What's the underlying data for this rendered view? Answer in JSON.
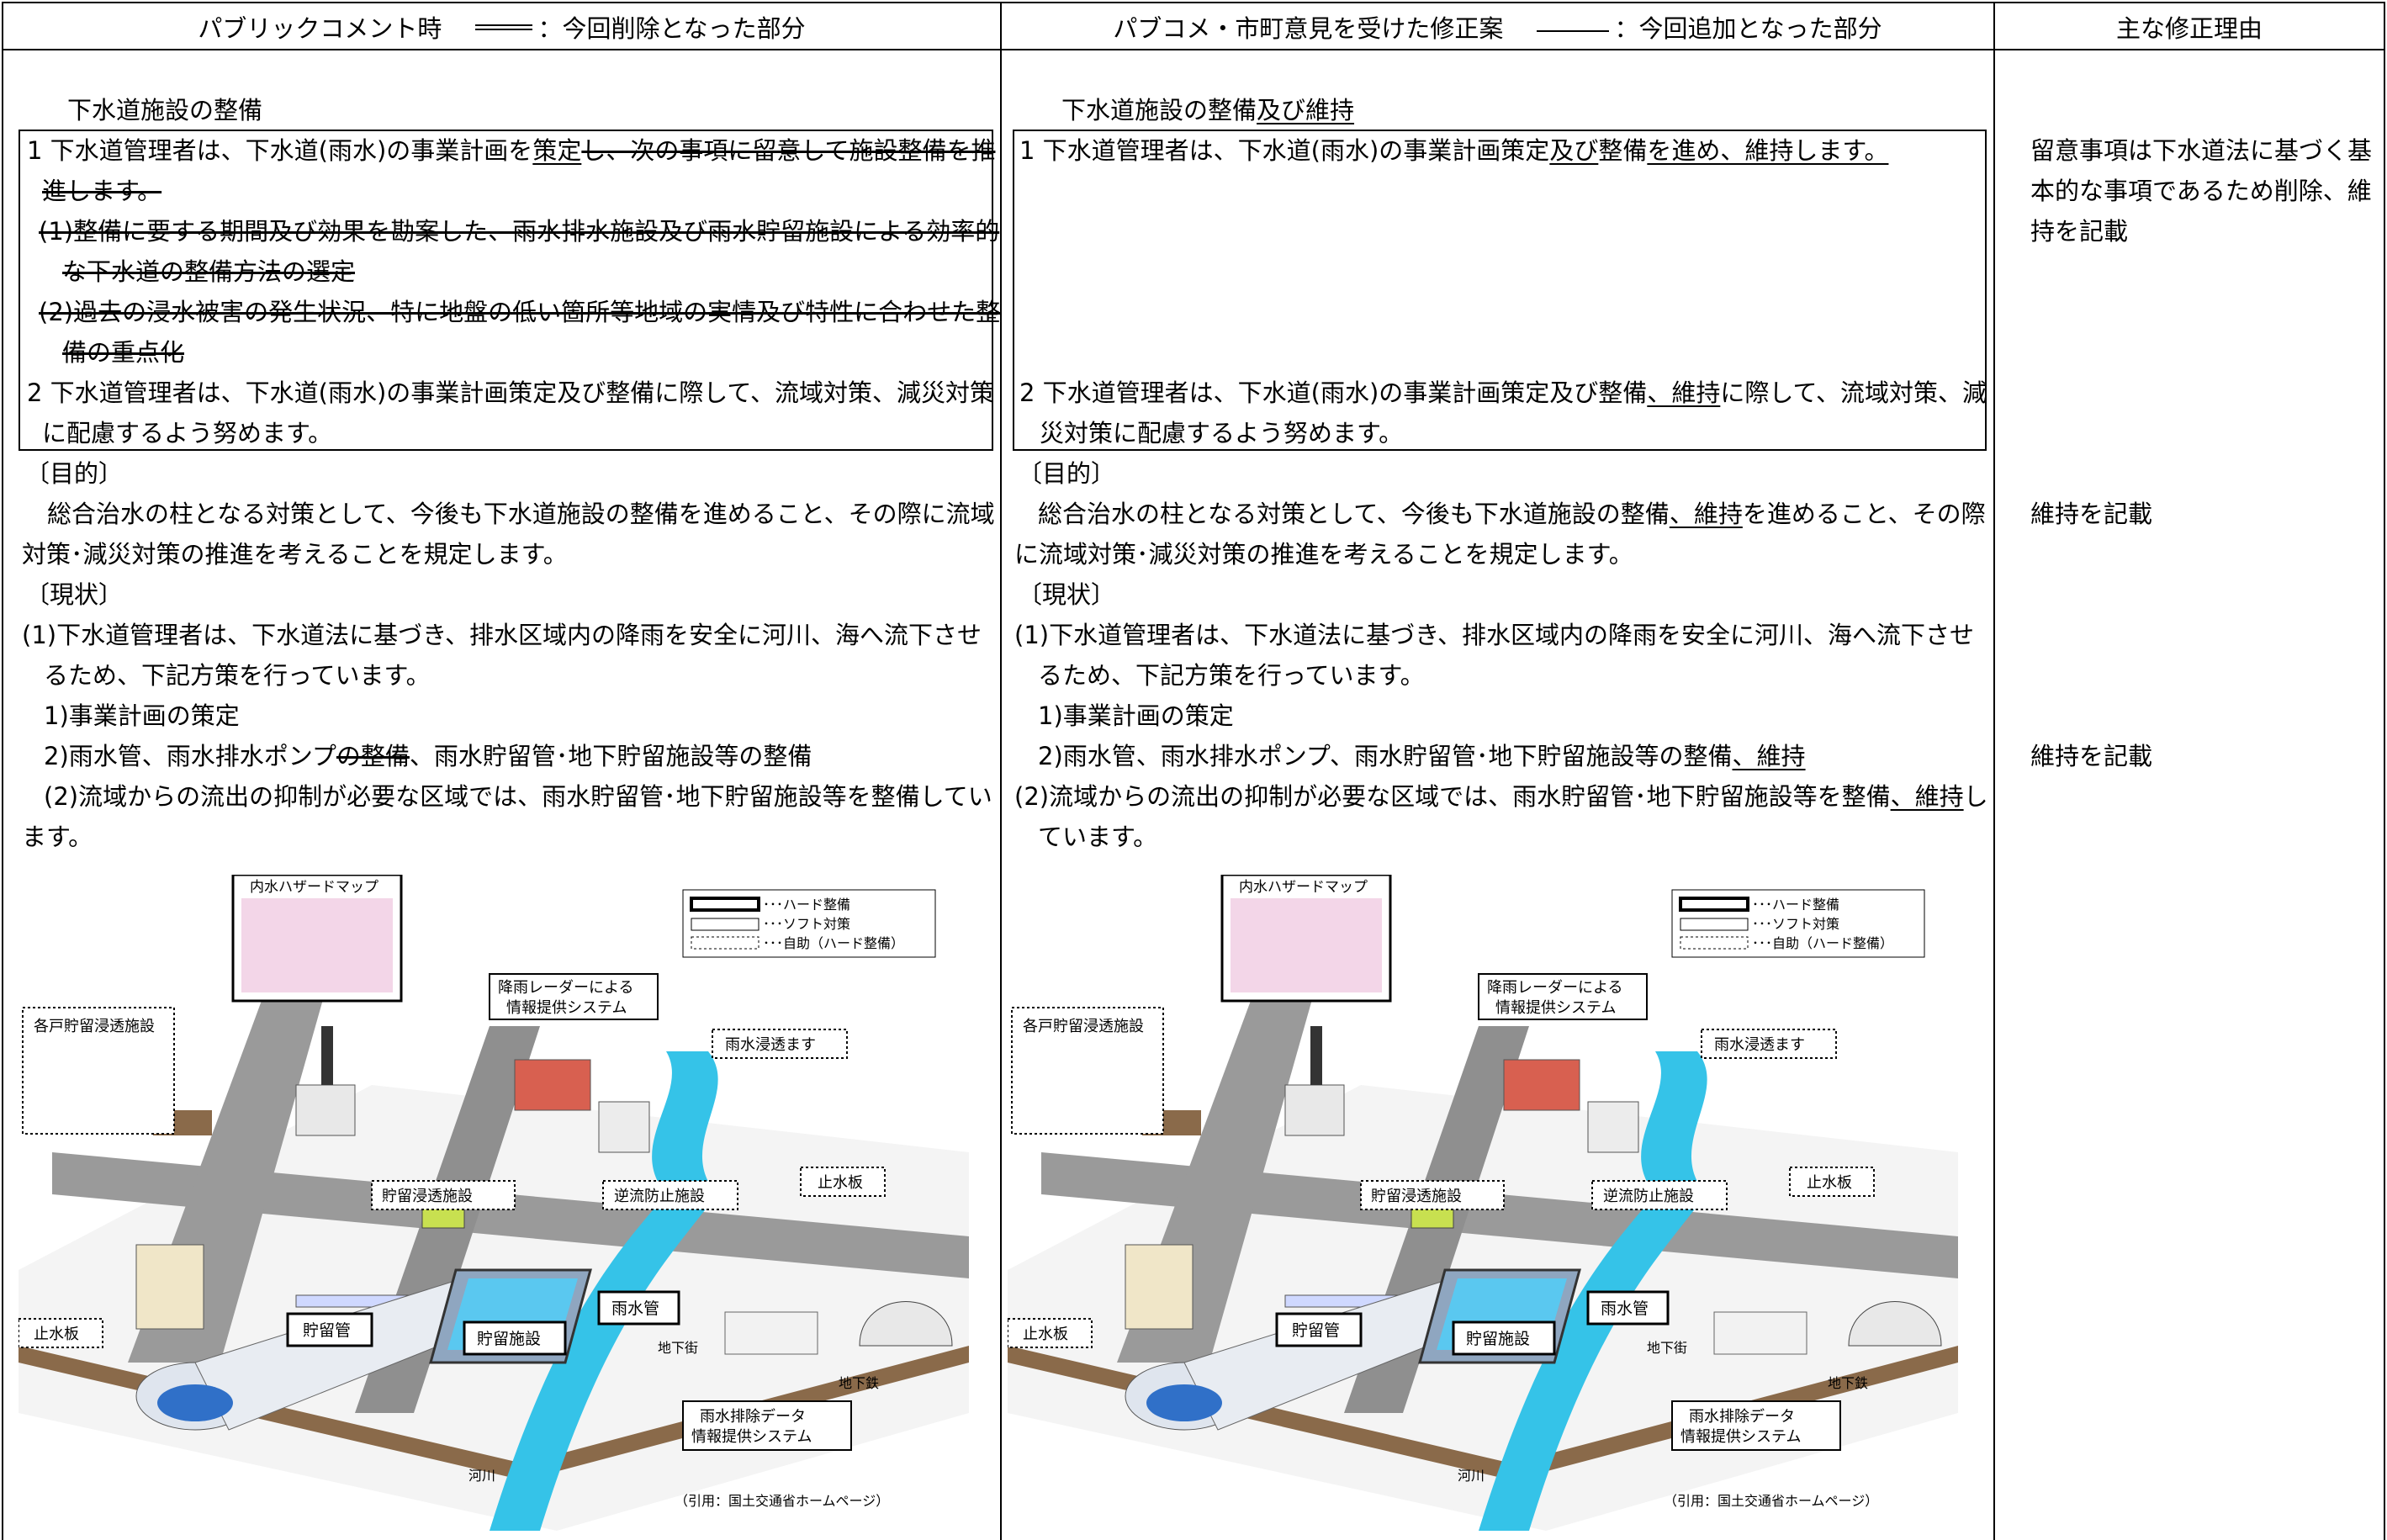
{
  "headers": {
    "col1_title": "パブリックコメント時",
    "col1_legend": "：今回削除となった部分",
    "col2_title": "パブコメ・市町意見を受けた修正案",
    "col2_legend": "：今回追加となった部分",
    "col3_title": "主な修正理由"
  },
  "left": {
    "section_title": "下水道施設の整備",
    "box_l1a": "1 下水道管理者は、下水道(雨水)の事業計画を",
    "box_l1b": "策定",
    "box_l1c": "し、次の事項に留意して施設整備を推",
    "box_l2": "進します。",
    "box_l3": "(1)整備に要する期間及び効果を勘案した、雨水排水施設及び雨水貯留施設による効率的",
    "box_l4": "な下水道の整備方法の選定",
    "box_l5": "(2)過去の浸水被害の発生状況、特に地盤の低い箇所等地域の実情及び特性に合わせた整",
    "box_l6": "備の重点化",
    "box_l7": "2 下水道管理者は、下水道(雨水)の事業計画策定及び整備に際して、流域対策、減災対策",
    "box_l8": "に配慮するよう努めます。",
    "purpose_h": "〔目的〕",
    "purpose_1": "総合治水の柱となる対策として、今後も下水道施設の整備を進めること、その際に流域",
    "purpose_2": "対策･減災対策の推進を考えることを規定します。",
    "status_h": "〔現状〕",
    "status_1": "(1)下水道管理者は、下水道法に基づき、排水区域内の降雨を安全に河川、海へ流下させ",
    "status_2": "るため、下記方策を行っています。",
    "status_3": "1)事業計画の策定",
    "status_4a": "2)雨水管、雨水排水ポンプ",
    "status_4b": "の整備",
    "status_4c": "、雨水貯留管･地下貯留施設等の整備",
    "status_5": "(2)流域からの流出の抑制が必要な区域では、雨水貯留管･地下貯留施設等を整備してい",
    "status_6": "ます。"
  },
  "right": {
    "section_title_a": "下水道施設の整備",
    "section_title_b": "及び維持",
    "box_l1a": "1 下水道管理者は、下水道(雨水)の事業計画策定",
    "box_l1b": "及び",
    "box_l1c": "整備",
    "box_l1d": "を進め、維持します。",
    "box_l7a": "2 下水道管理者は、下水道(雨水)の事業計画策定及び整備",
    "box_l7b": "、維持",
    "box_l7c": "に際して、流域対策、減",
    "box_l8": "災対策に配慮するよう努めます。",
    "purpose_h": "〔目的〕",
    "purpose_1a": "総合治水の柱となる対策として、今後も下水道施設の整備",
    "purpose_1b": "、維持",
    "purpose_1c": "を進めること、その際",
    "purpose_2": "に流域対策･減災対策の推進を考えることを規定します。",
    "status_h": "〔現状〕",
    "status_1": "(1)下水道管理者は、下水道法に基づき、排水区域内の降雨を安全に河川、海へ流下させ",
    "status_2": "るため、下記方策を行っています。",
    "status_3": "1)事業計画の策定",
    "status_4a": "2)雨水管、雨水排水ポンプ、雨水貯留管･地下貯留施設等の整備",
    "status_4b": "、維持",
    "status_5a": "(2)流域からの流出の抑制が必要な区域では、雨水貯留管･地下貯留施設等を整備",
    "status_5b": "、維持",
    "status_5c": "し",
    "status_6": "ています。"
  },
  "reasons": {
    "r1_1": "留意事項は下水道法に基づく基",
    "r1_2": "本的な事項であるため削除、維",
    "r1_3": "持を記載",
    "r2": "維持を記載",
    "r3": "維持を記載"
  },
  "diagram": {
    "hazard_map": "内水ハザードマップ",
    "legend_hard": "･･･ハード整備",
    "legend_soft": "･･･ソフト対策",
    "legend_self": "･･･自助（ハード整備）",
    "radar": "降雨レーダーによる",
    "radar2": "情報提供システム",
    "infiltration": "雨水浸透ます",
    "household": "各戸貯留浸透施設",
    "storage_inf": "貯留浸透施設",
    "backflow": "逆流防止施設",
    "stop_board": "止水板",
    "stop_board2": "止水板",
    "storage_pipe": "貯留管",
    "storage_fac": "貯留施設",
    "rain_pipe": "雨水管",
    "underground": "地下街",
    "subway": "地下鉄",
    "river": "河川",
    "drain_data": "雨水排除データ",
    "drain_data2": "情報提供システム",
    "citation": "（引用：国土交通省ホームページ）"
  }
}
